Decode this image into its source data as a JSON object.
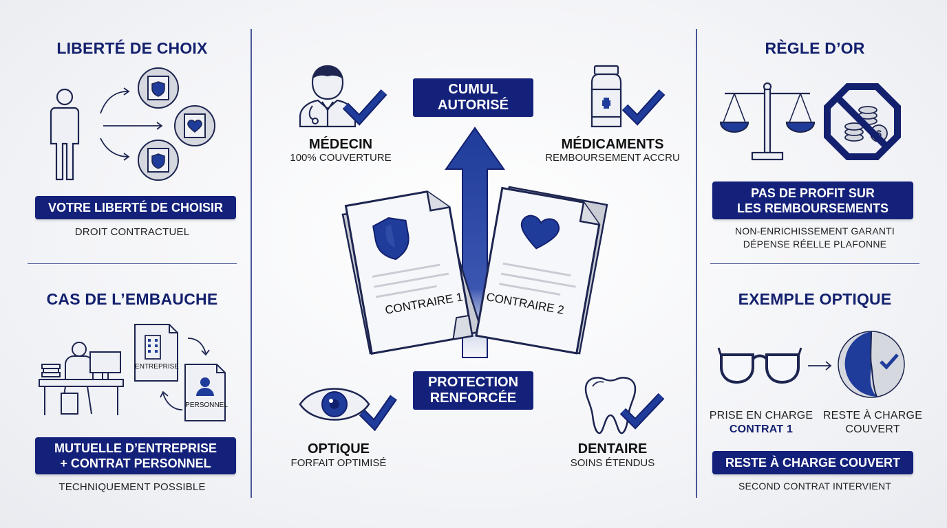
{
  "left": {
    "choice": {
      "title": "LIBERTÉ DE CHOIX",
      "banner": "VOTRE LIBERTÉ DE CHOISIR",
      "caption": "DROIT CONTRACTUEL"
    },
    "hiring": {
      "title": "CAS DE L’EMBAUCHE",
      "doc_company": "ENTREPRISE",
      "doc_personal": "PERSONNEL",
      "banner_line1": "MUTUELLE D’ENTREPRISE",
      "banner_line2": "+ CONTRAT PERSONNEL",
      "caption": "TECHNIQUEMENT POSSIBLE"
    }
  },
  "center": {
    "cumul_line1": "CUMUL",
    "cumul_line2": "AUTORISÉ",
    "protection_line1": "PROTECTION",
    "protection_line2": "RENFORCÉE",
    "contract1": "CONTRAIRE 1",
    "contract2": "CONTRAIRE 2",
    "doctor": {
      "title": "MÉDECIN",
      "subtitle": "100% COUVERTURE"
    },
    "medicine": {
      "title": "MÉDICAMENTS",
      "subtitle": "REMBOURSEMENT ACCRU"
    },
    "optics": {
      "title": "OPTIQUE",
      "subtitle": "FORFAIT OPTIMISÉ"
    },
    "dental": {
      "title": "DENTAIRE",
      "subtitle": "SOINS ÉTENDUS"
    }
  },
  "right": {
    "golden": {
      "title": "RÈGLE D’OR",
      "banner_line1": "PAS DE PROFIT SUR",
      "banner_line2": "LES REMBOURSEMENTS",
      "caption_line1": "NON-ENRICHISSEMENT GARANTI",
      "caption_line2": "DÉPENSE RÉELLE PLAFONNE"
    },
    "optics_example": {
      "title": "EXEMPLE OPTIQUE",
      "left_label_line1": "PRISE EN CHARGE",
      "left_label_line2": "CONTRAT 1",
      "right_label_line1": "RESTE À CHARGE",
      "right_label_line2": "COUVERT",
      "banner": "RESTE À CHARGE COUVERT",
      "caption": "SECOND CONTRAT INTERVIENT"
    }
  },
  "colors": {
    "navy": "#13217a",
    "blue": "#1f3c9a",
    "outline": "#1d2550",
    "gray": "#c9ccd4"
  },
  "icons": [
    "person-icon",
    "shield-icon",
    "heart-icon",
    "office-worker-icon",
    "building-icon",
    "user-icon",
    "doctor-icon",
    "check-icon",
    "medicine-bottle-icon",
    "eye-icon",
    "tooth-icon",
    "up-arrow-icon",
    "contract-document-icon",
    "scale-icon",
    "no-money-icon",
    "glasses-icon",
    "pie-icon"
  ]
}
